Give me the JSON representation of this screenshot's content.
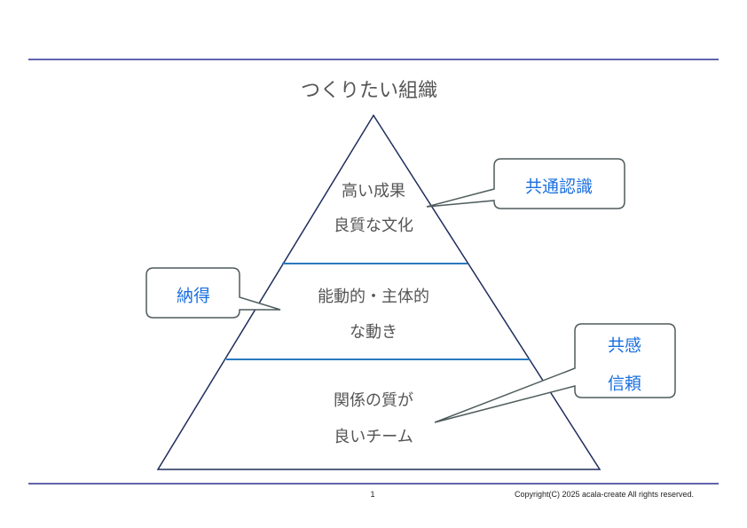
{
  "title": "つくりたい組織",
  "levels": [
    {
      "lines": [
        "高い成果",
        "良質な文化"
      ]
    },
    {
      "lines": [
        "能動的・主体的",
        "な動き"
      ]
    },
    {
      "lines": [
        "関係の質が",
        "良いチーム"
      ]
    }
  ],
  "callouts": [
    {
      "lines": [
        "共通認識"
      ]
    },
    {
      "lines": [
        "納得"
      ]
    },
    {
      "lines": [
        "共感",
        "信頼"
      ]
    }
  ],
  "footer": {
    "page": "1",
    "copyright": "Copyright(C) 2025  acala-create All rights reserved."
  },
  "colors": {
    "rule": "#2e3192",
    "pyramid": "#1f2d5c",
    "divider": "#2a7abf",
    "callout_text": "#1a6fe0",
    "callout_border": "#4f5b5b"
  }
}
